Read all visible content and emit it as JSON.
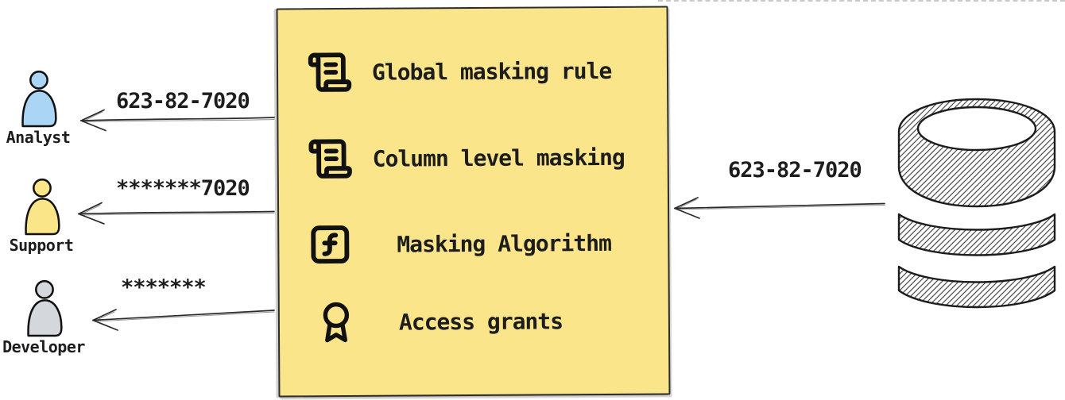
{
  "diagram": {
    "type": "data-masking-flow",
    "colors": {
      "box_fill": "#fae58a",
      "box_border": "#2d2d2d",
      "analyst_fill": "#abd5f5",
      "support_fill": "#fae58a",
      "developer_fill": "#d4d7db",
      "ink": "#1d1d1d"
    }
  },
  "users": [
    {
      "name": "Analyst",
      "received_value": "623-82-7020",
      "icon": "person-icon",
      "fill": "#abd5f5"
    },
    {
      "name": "Support",
      "received_value": "*******7020",
      "icon": "person-icon",
      "fill": "#fae588"
    },
    {
      "name": "Developer",
      "received_value": "*******",
      "icon": "person-icon",
      "fill": "#d4d7db"
    }
  ],
  "masking_box": {
    "items": [
      {
        "icon": "scroll-text-icon",
        "label": "Global masking rule"
      },
      {
        "icon": "scroll-text-icon",
        "label": "Column level masking"
      },
      {
        "icon": "function-square-icon",
        "label": "Masking Algorithm"
      },
      {
        "icon": "award-icon",
        "label": "Access grants"
      }
    ]
  },
  "database": {
    "icon": "database-icon",
    "sent_value": "623-82-7020"
  }
}
